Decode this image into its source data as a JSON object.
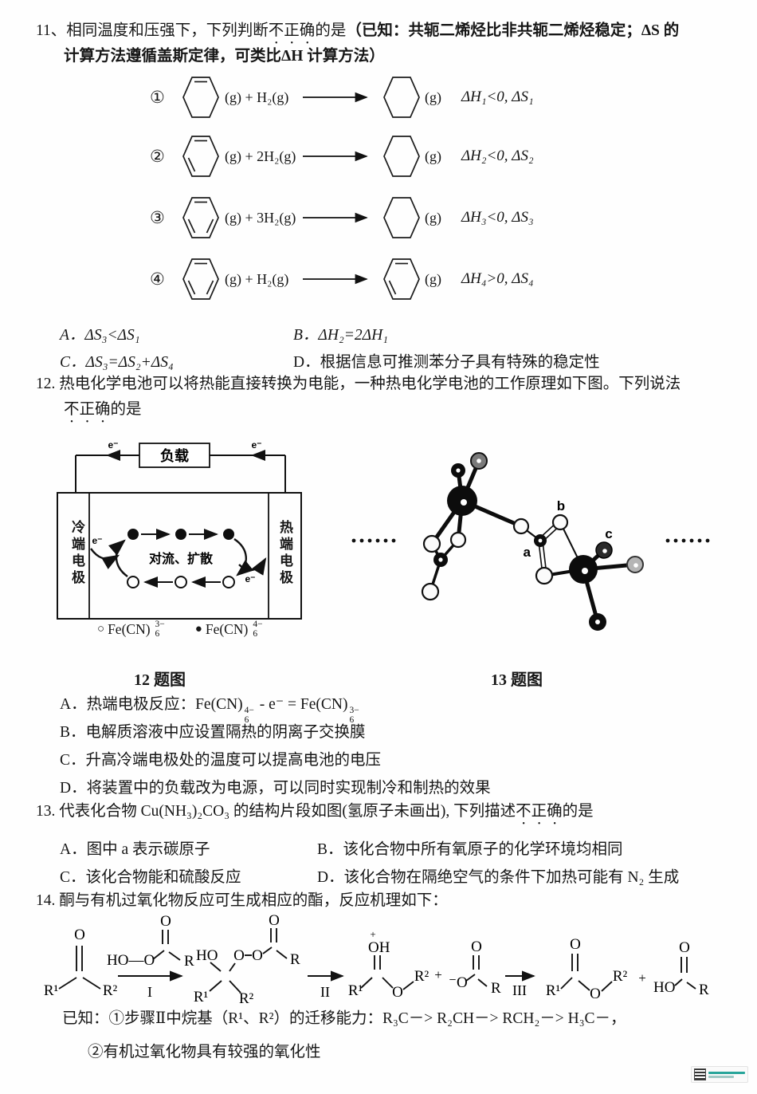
{
  "q11": {
    "num": "11、",
    "stem_pre": "相同温度和压强下，下列判断",
    "stem_emph": "不正确",
    "stem_post": "的是",
    "stem_known": "（已知：共轭二烯烃比非共轭二烯烃稳定；ΔS 的",
    "stem_line2": "计算方法遵循盖斯定律，可类比ΔH 计算方法）",
    "reactions": [
      {
        "num": "①",
        "r_state": "(g)",
        "plus": "+ H₂(g)",
        "p_state": "(g)",
        "result": "ΔH₁<0, ΔS₁"
      },
      {
        "num": "②",
        "r_state": "(g)",
        "plus": "+ 2H₂(g)",
        "p_state": "(g)",
        "result": "ΔH₂<0, ΔS₂"
      },
      {
        "num": "③",
        "r_state": "(g)",
        "plus": "+ 3H₂(g)",
        "p_state": "(g)",
        "result": "ΔH₃<0, ΔS₃"
      },
      {
        "num": "④",
        "r_state": "(g)",
        "plus": "+ H₂(g)",
        "p_state": "(g)",
        "result": "ΔH₄>0, ΔS₄"
      }
    ],
    "opt_a": "A．ΔS₃<ΔS₁",
    "opt_b": "B．ΔH₂=2ΔH₁",
    "opt_c": "C．ΔS₃=ΔS₂+ΔS₄",
    "opt_d": "D．根据信息可推测苯分子具有特殊的稳定性"
  },
  "q12": {
    "num": "12.",
    "stem_line1": "热电化学电池可以将热能直接转换为电能，一种热电化学电池的工作原理如下图。下列说法",
    "stem_emph": "不正确",
    "stem_post": "的是",
    "cell": {
      "load": "负载",
      "cold": "冷端电极",
      "hot": "热端电极",
      "flow": "对流、扩散",
      "e": "e⁻",
      "legend1_base": "Fe(CN)",
      "legend1_sup": "3−",
      "legend1_sub": "6",
      "legend2_base": "Fe(CN)",
      "legend2_sup": "4−",
      "legend2_sub": "6",
      "open_circle": "○",
      "filled_circle": "●"
    },
    "caption12": "12 题图",
    "caption13": "13 题图",
    "optA_pre": "A．热端电极反应：Fe(CN)",
    "optA_sup1": "4−",
    "optA_sub1": "6",
    "optA_mid": " - e⁻ = Fe(CN)",
    "optA_sup2": "3−",
    "optA_sub2": "6",
    "opt_b": "B．电解质溶液中应设置隔热的阴离子交换膜",
    "opt_c": "C．升高冷端电极处的温度可以提高电池的电压",
    "opt_d": "D．将装置中的负载改为电源，可以同时实现制冷和制热的效果"
  },
  "q13": {
    "num": "13.",
    "stem_pre": "代表化合物 Cu(NH₃)₂CO₃ 的结构片段如图(氢原子未画出), 下列描述",
    "stem_emph": "不正确",
    "stem_post": "的是",
    "labels": {
      "a": "a",
      "b": "b",
      "c": "c"
    },
    "opt_a": "A．图中 a 表示碳原子",
    "opt_b": "B．该化合物中所有氧原子的化学环境均相同",
    "opt_c": "C．该化合物能和硫酸反应",
    "opt_d": "D．该化合物在隔绝空气的条件下加热可能有 N₂ 生成"
  },
  "q14": {
    "num": "14.",
    "stem": "酮与有机过氧化物反应可生成相应的酯，反应机理如下：",
    "labels": {
      "o": "O",
      "r": "R",
      "r1": "R¹",
      "r2": "R²",
      "ho": "HO",
      "hoo": "HO—O",
      "oh": "OH",
      "plus": "+",
      "nego": "⁻O",
      "s1": "I",
      "s2": "II",
      "s3": "III"
    },
    "known1": "已知：①步骤Ⅱ中烷基（R¹、R²）的迁移能力：R₃C－>  R₂CH－>  RCH₂－>  H₃C－，",
    "known2": "②有机过氧化物具有较强的氧化性"
  }
}
